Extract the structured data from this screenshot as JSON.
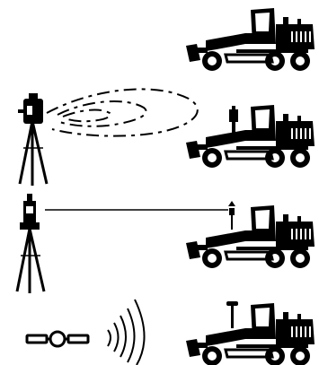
{
  "diagram": {
    "rows": [
      {
        "name": "row-unguided",
        "source": "none",
        "machine": "motor-grader-icon"
      },
      {
        "name": "row-rotating-laser",
        "source": "rotating-laser-on-tripod-icon",
        "signal": "laser-sweep",
        "machine": "motor-grader-icon",
        "sensor": "laser-receiver-mast-icon"
      },
      {
        "name": "row-total-station",
        "source": "total-station-on-tripod-icon",
        "signal": "line-of-sight-beam",
        "machine": "motor-grader-icon",
        "sensor": "prism-mast-icon"
      },
      {
        "name": "row-gnss",
        "source": "satellite-icon",
        "signal": "radio-waves",
        "machine": "motor-grader-icon",
        "sensor": "gnss-antenna-mast-icon"
      }
    ],
    "colors": {
      "ink": "#000000",
      "background": "#ffffff"
    }
  }
}
